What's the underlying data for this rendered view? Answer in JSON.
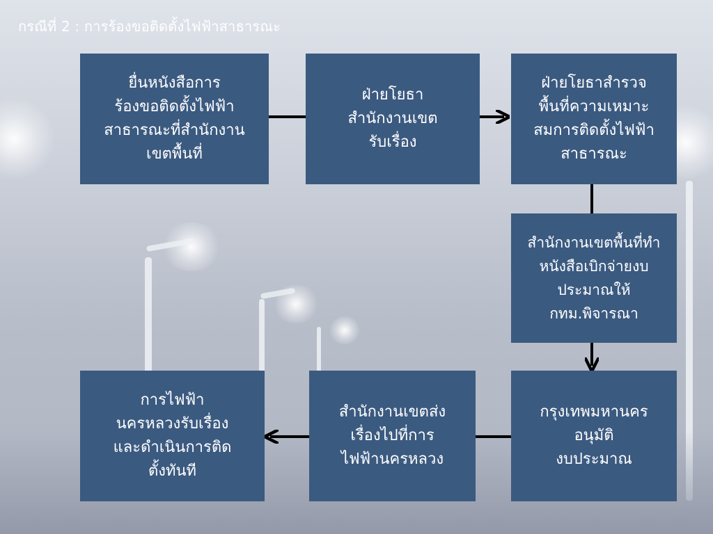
{
  "title": "กรณีที่ 2 : การร้องขอติดตั้งไฟฟ้าสาธารณะ",
  "steps": [
    {
      "id": "s1",
      "text": "ยื่นหนังสือการ\nร้องขอติดตั้งไฟฟ้า\nสาธารณะที่สำนักงาน\nเขตพื้นที่"
    },
    {
      "id": "s2",
      "text": "ฝ่ายโยธา\nสำนักงานเขต\nรับเรื่อง"
    },
    {
      "id": "s3",
      "text": "ฝ่ายโยธาสำรวจ\nพื้นที่ความเหมาะ\nสมการติดตั้งไฟฟ้า\nสาธารณะ"
    },
    {
      "id": "s4",
      "text": "สำนักงานเขตพื้นที่ทำ\nหนังสือเบิกจ่ายงบ\nประมาณให้\nกทม.พิจารณา"
    },
    {
      "id": "s5",
      "text": "กรุงเทพมหานคร\nอนุมัติ\nงบประมาณ"
    },
    {
      "id": "s6",
      "text": "สำนักงานเขตส่ง\nเรื่องไปที่การ\nไฟฟ้านครหลวง"
    },
    {
      "id": "s7",
      "text": "การไฟฟ้า\nนครหลวงรับเรื่อง\nและดำเนินการติด\nตั้งทันที"
    }
  ],
  "colors": {
    "box": "#3b5a80",
    "connector": "#000000",
    "text": "#ffffff"
  }
}
